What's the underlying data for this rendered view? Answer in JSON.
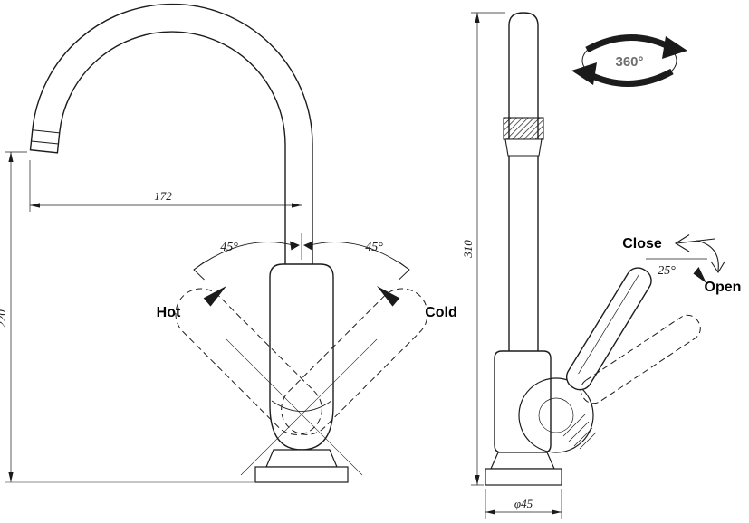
{
  "colors": {
    "line": "#1c1c1c",
    "rotation_text": "#6e6e6e"
  },
  "front_view": {
    "labels": {
      "hot": "Hot",
      "cold": "Cold"
    },
    "dimensions": {
      "spout_reach": "172",
      "height_to_spout": "220"
    },
    "angles": {
      "left": "45°",
      "right": "45°"
    }
  },
  "side_view": {
    "labels": {
      "close": "Close",
      "open": "Open"
    },
    "dimensions": {
      "overall_height": "310",
      "base_diameter": "φ45"
    },
    "angles": {
      "open_swing": "25°"
    }
  },
  "rotation_indicator": {
    "label": "360°"
  }
}
